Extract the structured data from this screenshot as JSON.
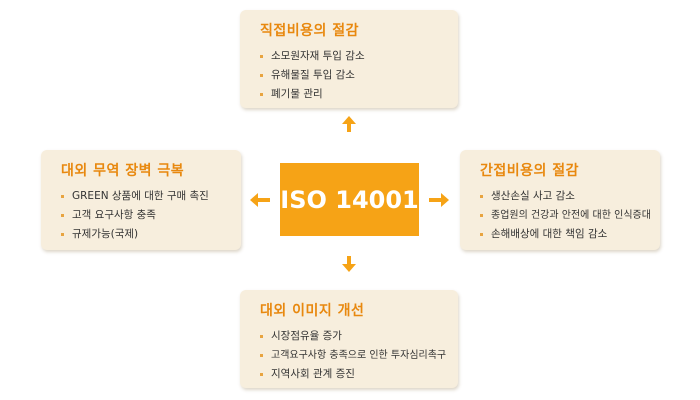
{
  "center": {
    "label": "ISO 14001"
  },
  "cards": {
    "top": {
      "title": "직접비용의 절감",
      "items": [
        "소모원자재 투입 감소",
        "유해물질 투입 감소",
        "폐기물 관리"
      ]
    },
    "left": {
      "title": "대외 무역 장벽 극복",
      "items": [
        "GREEN 상품에 대한 구매 촉진",
        "고객 요구사항 충족",
        "규제가능(국제)"
      ]
    },
    "right": {
      "title": "간접비용의 절감",
      "items": [
        "생산손실 사고 감소",
        "종업원의 건강과 안전에 대한 인식증대",
        "손해배상에 대한 책임 감소"
      ]
    },
    "bottom": {
      "title": "대외 이미지 개선",
      "items": [
        "시장점유율 증가",
        "고객요구사항 충족으로 인한 투자심리촉구",
        "지역사회 관계 증진"
      ]
    }
  },
  "colors": {
    "accent": "#f6a316",
    "title": "#e8880e",
    "card_bg": "#f7eedd"
  },
  "icons": {
    "arrow_up": "arrow-up-icon",
    "arrow_down": "arrow-down-icon",
    "arrow_left": "arrow-left-icon",
    "arrow_right": "arrow-right-icon"
  }
}
